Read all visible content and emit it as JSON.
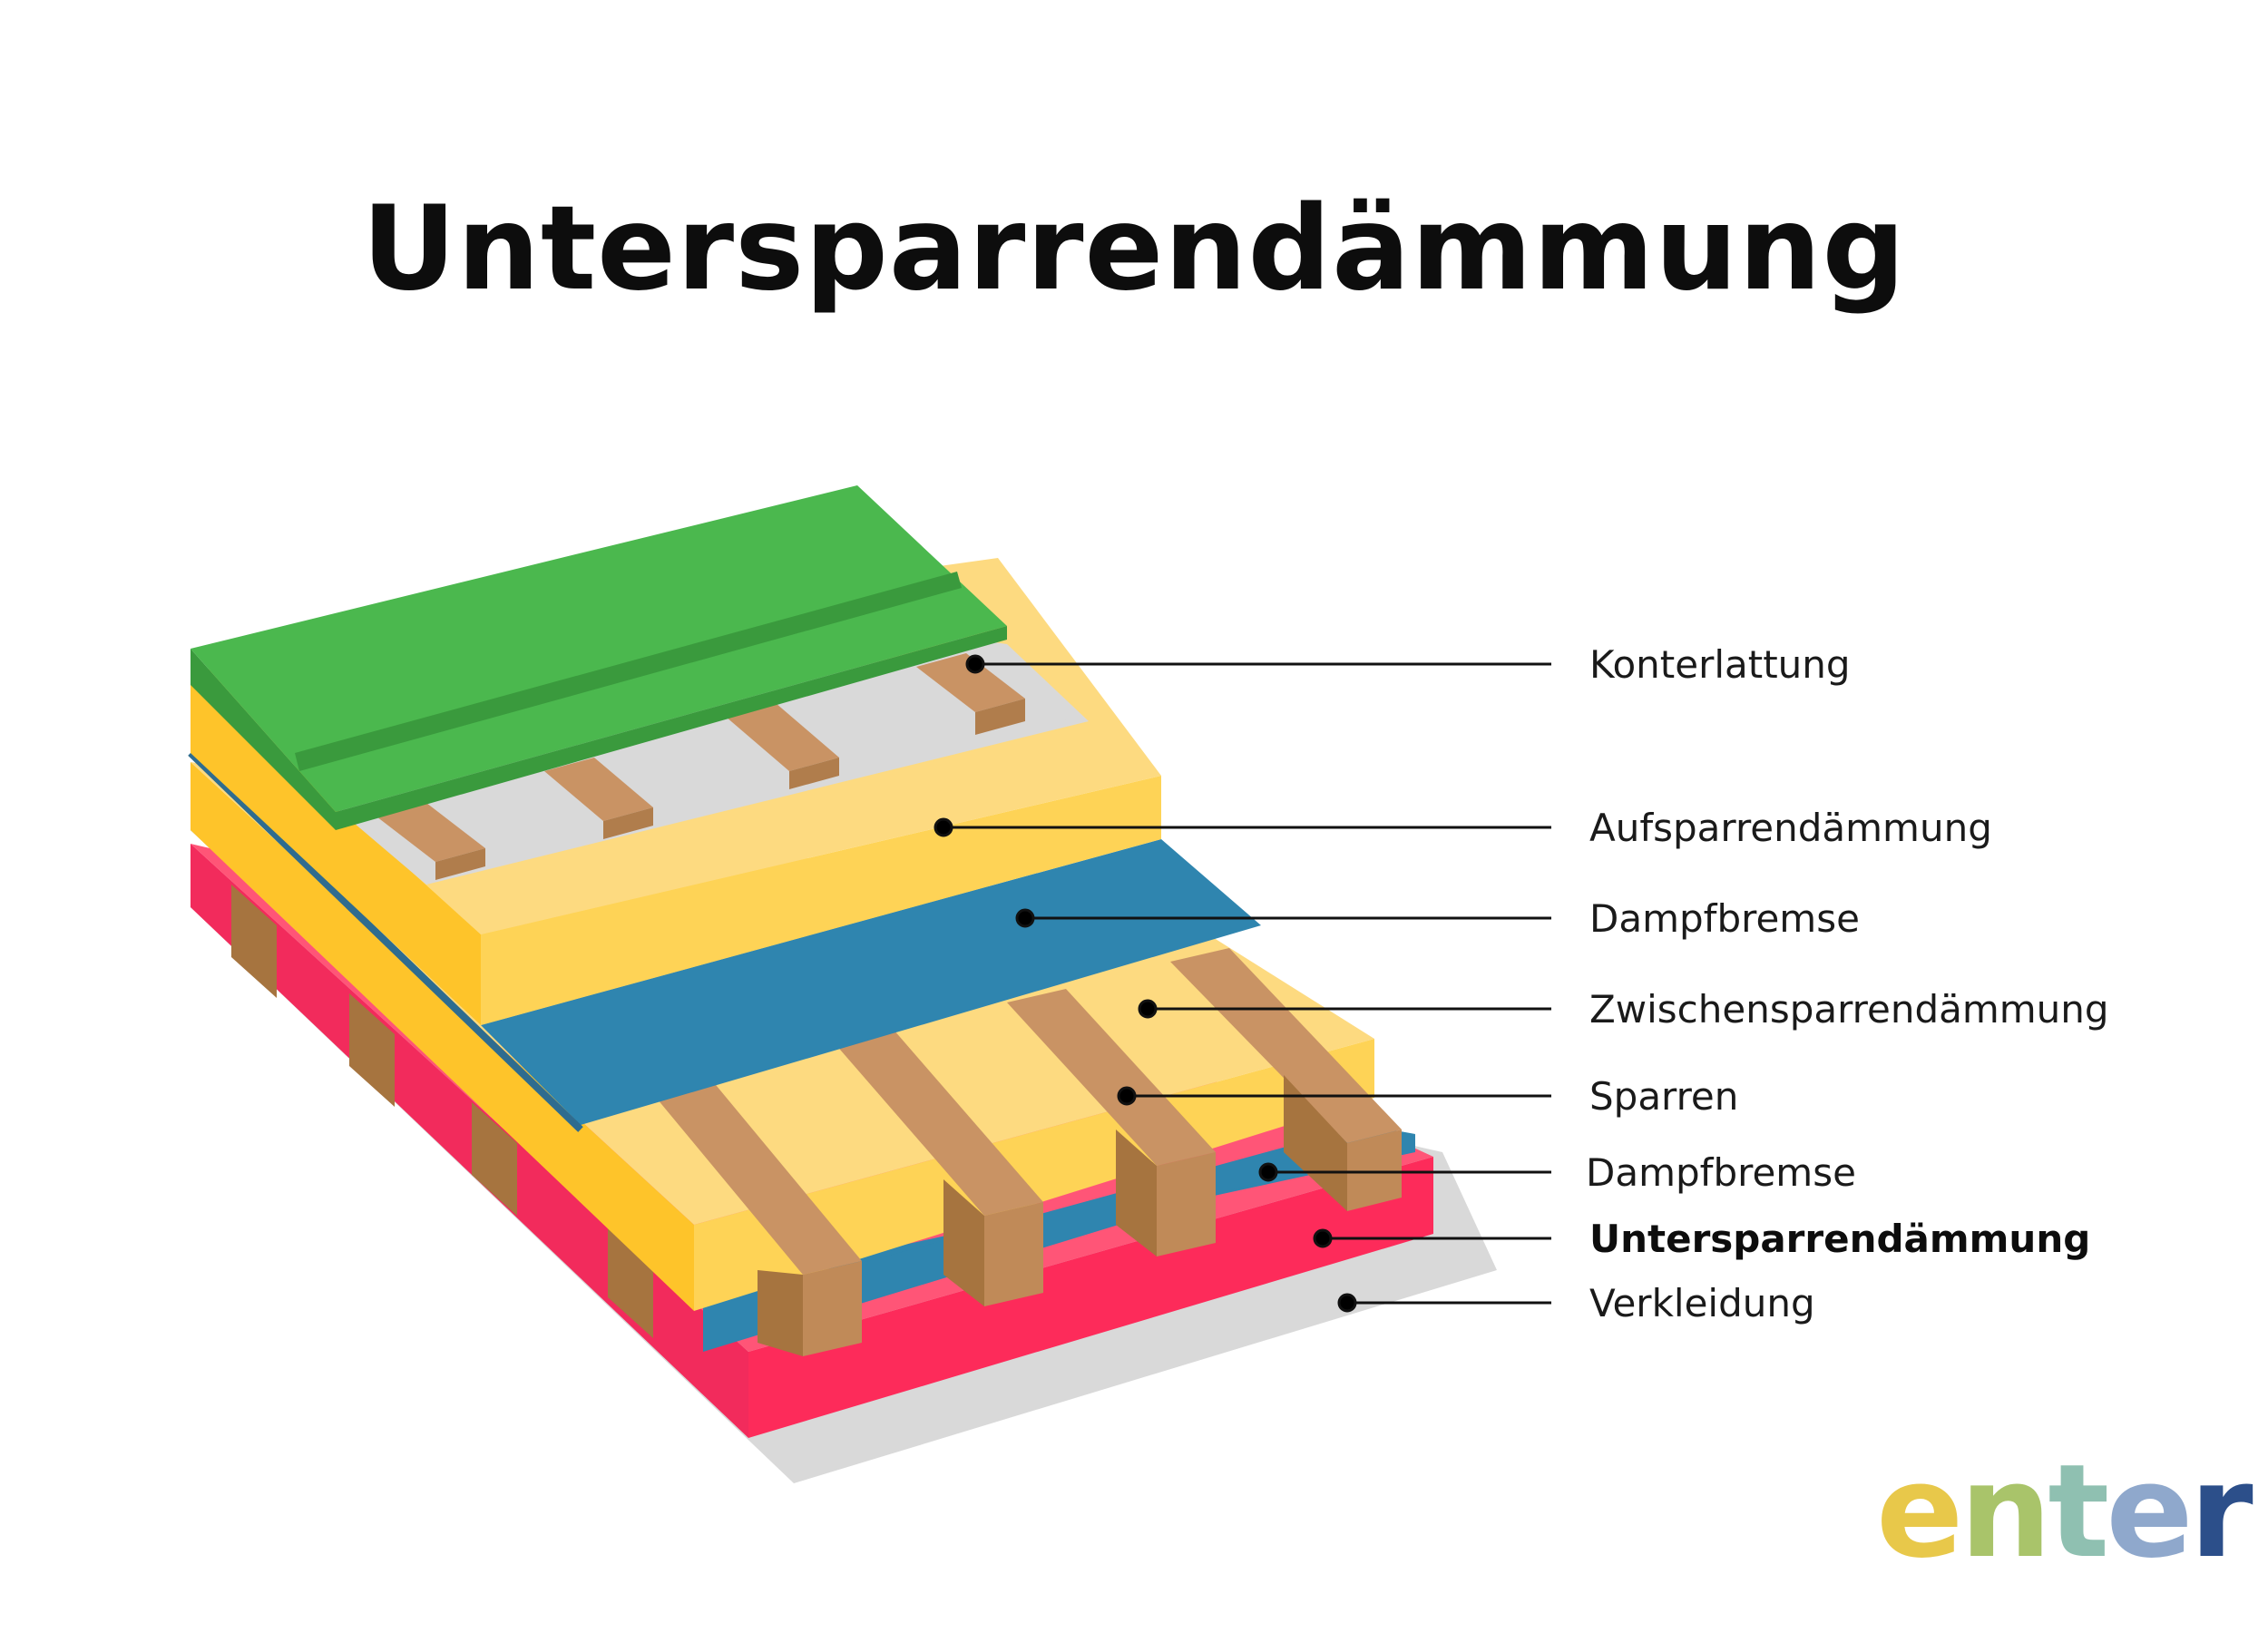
{
  "title": "Untersparrendämmung",
  "layers": [
    {
      "label": "Konterlattung",
      "bold": false
    },
    {
      "label": "Aufsparrendämmung",
      "bold": false
    },
    {
      "label": "Dampfbremse",
      "bold": false
    },
    {
      "label": "Zwischensparrendämmung",
      "bold": false
    },
    {
      "label": "Sparren",
      "bold": false
    },
    {
      "label": "Dampfbremse",
      "bold": false
    },
    {
      "label": "Untersparrendämmung",
      "bold": true
    },
    {
      "label": "Verkleidung",
      "bold": false
    }
  ],
  "logo": {
    "letters": [
      "e",
      "n",
      "t",
      "e",
      "r"
    ],
    "colors": [
      "#e8c84a",
      "#a9c46a",
      "#8fc0b1",
      "#8fa8cc",
      "#2c4f8a"
    ]
  },
  "colors": {
    "green": "#4bb84e",
    "yellow": "#fdd460",
    "yellow_side": "#fec42a",
    "blue": "#2f85af",
    "wood": "#c99364",
    "red": "#fd2b5a",
    "grey": "#d8d8d8"
  }
}
